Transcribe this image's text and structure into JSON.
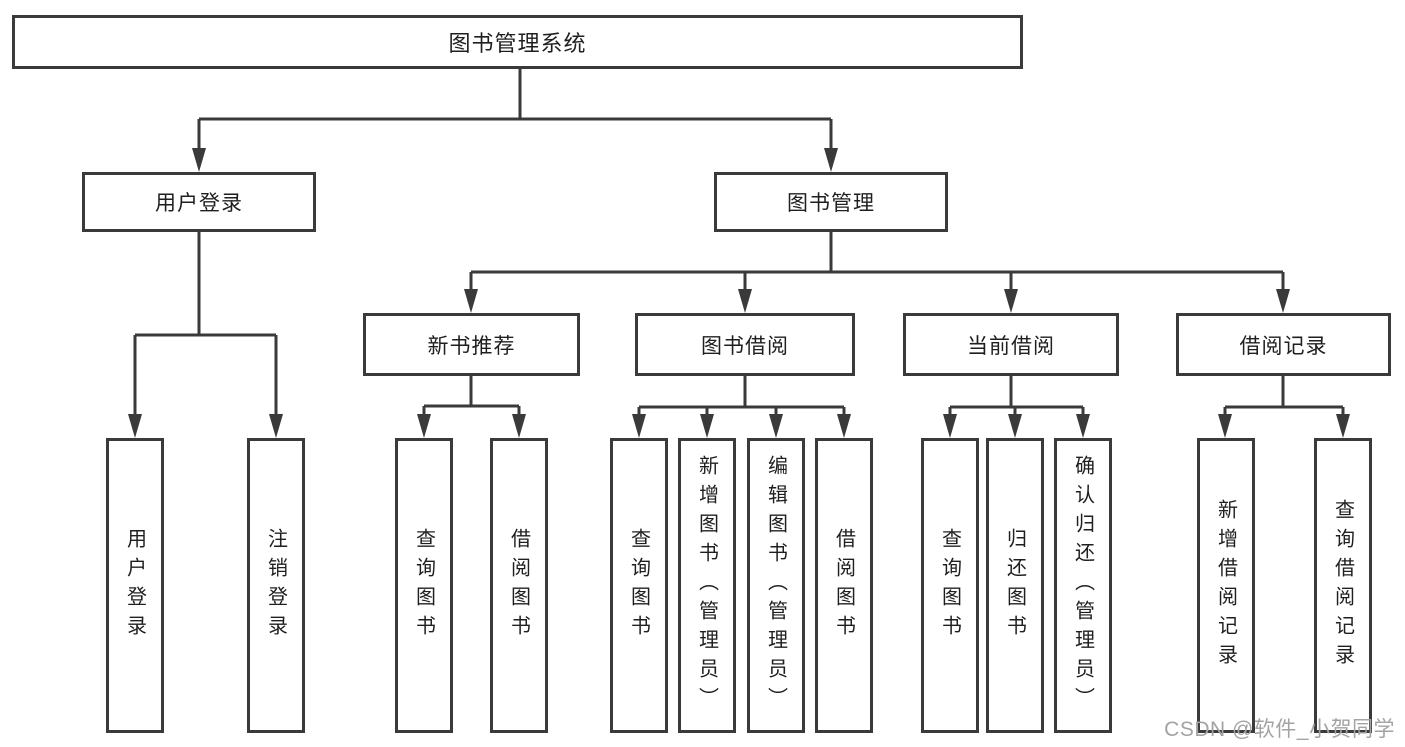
{
  "diagram": {
    "tree": {
      "label": "图书管理系统",
      "children": [
        {
          "label": "用户登录",
          "children": [
            {
              "label": "用户登录"
            },
            {
              "label": "注销登录"
            }
          ]
        },
        {
          "label": "图书管理",
          "children": [
            {
              "label": "新书推荐",
              "children": [
                {
                  "label": "查询图书"
                },
                {
                  "label": "借阅图书"
                }
              ]
            },
            {
              "label": "图书借阅",
              "children": [
                {
                  "label": "查询图书"
                },
                {
                  "label": "新增图书（管理员）"
                },
                {
                  "label": "编辑图书（管理员）"
                },
                {
                  "label": "借阅图书"
                }
              ]
            },
            {
              "label": "当前借阅",
              "children": [
                {
                  "label": "查询图书"
                },
                {
                  "label": "归还图书"
                },
                {
                  "label": "确认归还（管理员）"
                }
              ]
            },
            {
              "label": "借阅记录",
              "children": [
                {
                  "label": "新增借阅记录"
                },
                {
                  "label": "查询借阅记录"
                }
              ]
            }
          ]
        }
      ]
    },
    "colors": {
      "line": "#3a3a3a",
      "text": "#1f1f1f",
      "watermark_gray": "#a3a3a3"
    }
  },
  "watermark": {
    "text": "CSDN @软件_小贺同学"
  }
}
